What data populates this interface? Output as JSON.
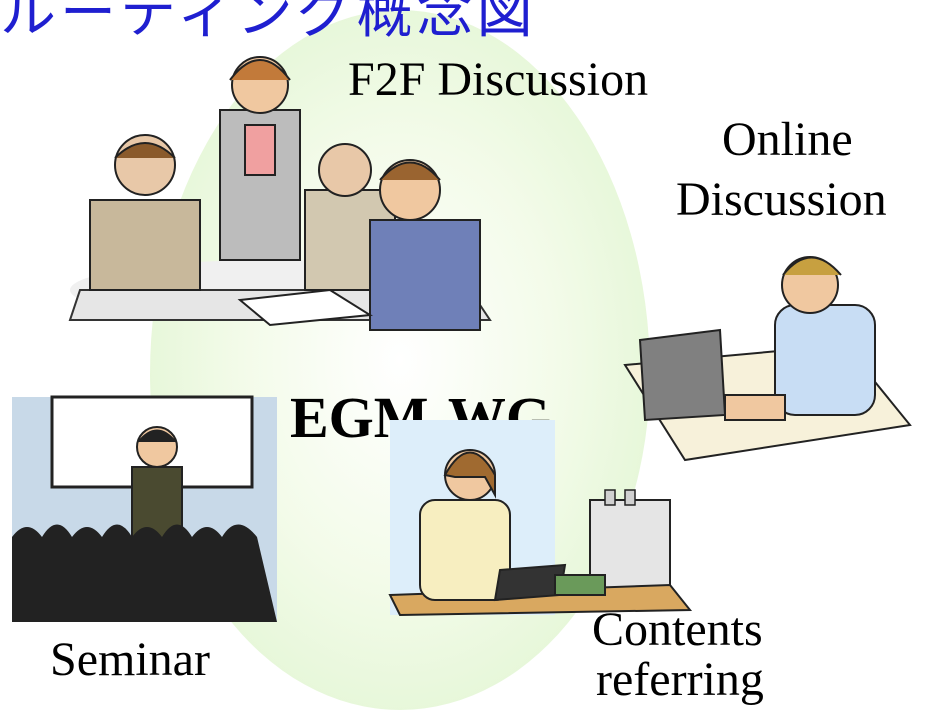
{
  "top_banner": "ルーティング概念図",
  "center": {
    "title": "EGM-WG"
  },
  "activities": {
    "f2f": "F2F Discussion",
    "online_line1": "Online",
    "online_line2": "Discussion",
    "seminar": "Seminar",
    "contents_line1": "Contents",
    "contents_line2": "referring"
  },
  "colors": {
    "banner": "#1f1fd0",
    "blob": "#e3f6d5"
  }
}
